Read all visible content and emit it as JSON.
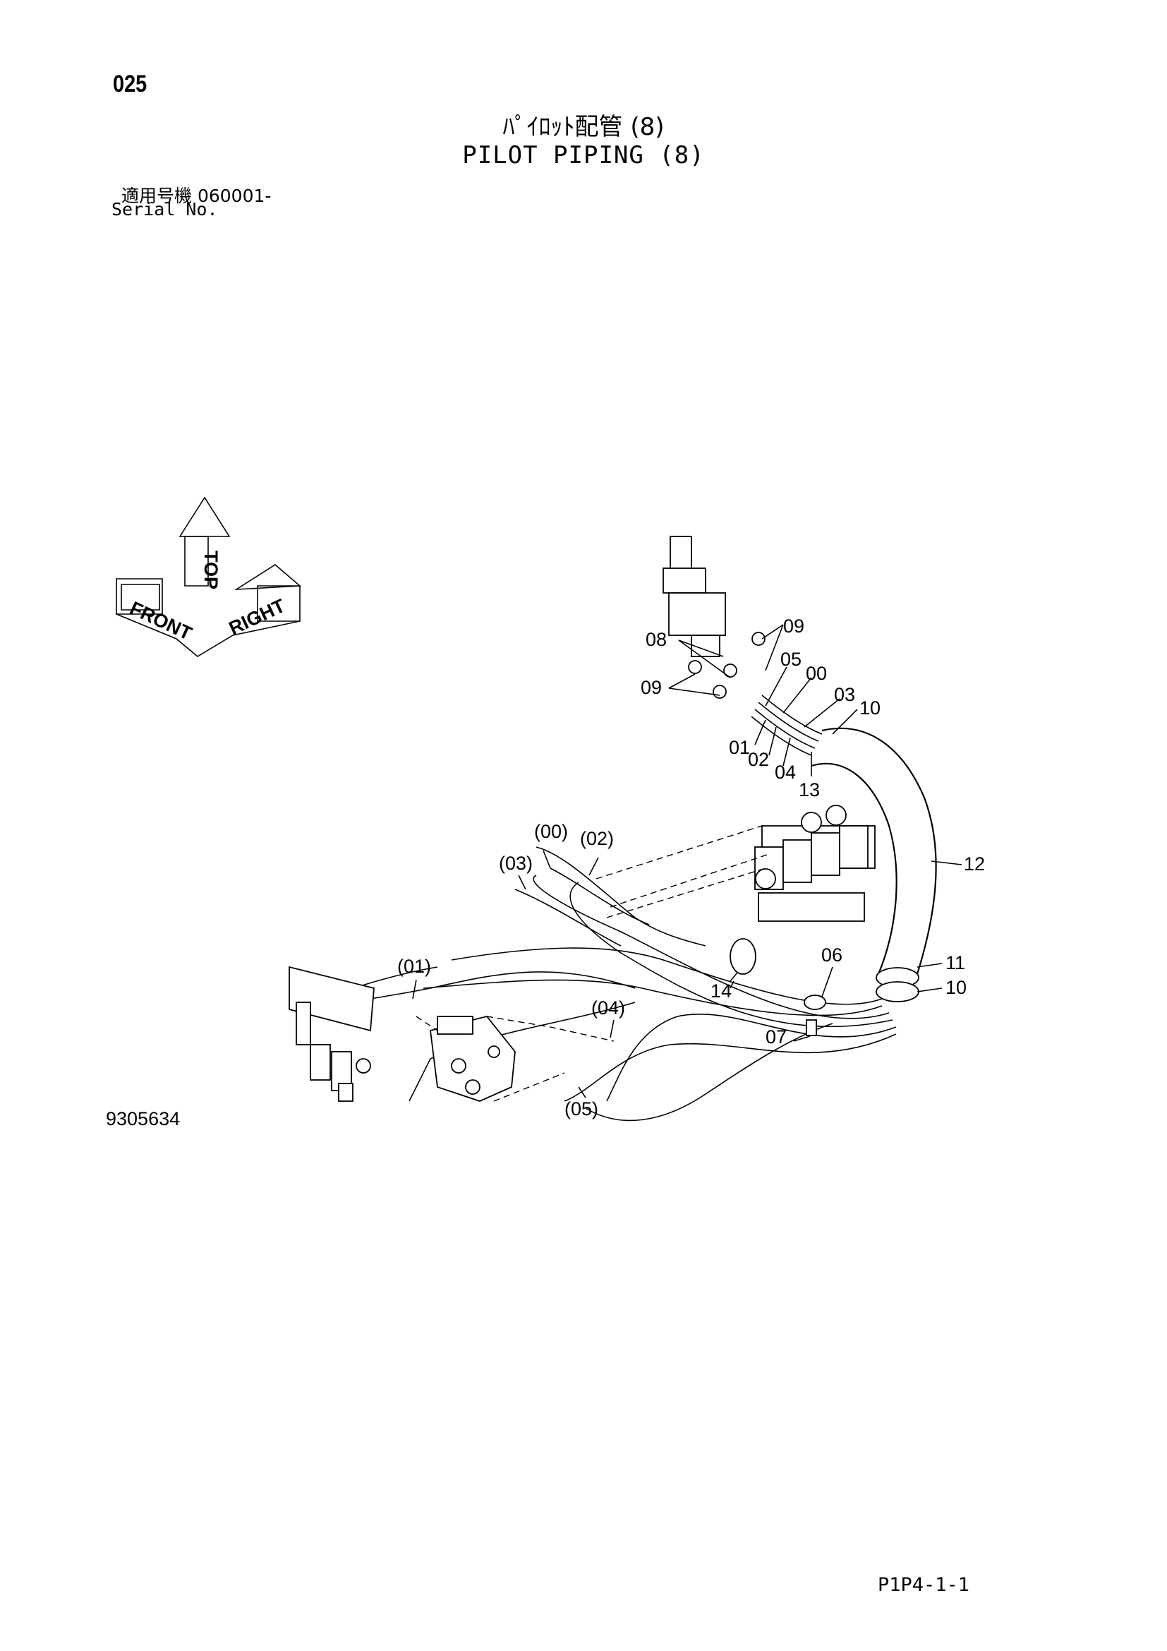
{
  "page_number": "025",
  "title_jp": "ﾊﾟｲﾛｯﾄ配管 (8)",
  "title_en": "PILOT PIPING (8)",
  "serial_jp": "適用号機  060001-",
  "serial_en": "Serial No.",
  "drawing_number": "9305634",
  "sheet_ref": "P1P4-1-1",
  "orientation": {
    "top": "TOP",
    "front": "FRONT",
    "right": "RIGHT"
  },
  "callouts": {
    "c08": "08",
    "c09a": "09",
    "c09b": "09",
    "c05": "05",
    "c00": "00",
    "c03": "03",
    "c10a": "10",
    "c01": "01",
    "c02": "02",
    "c04": "04",
    "c13": "13",
    "c12": "12",
    "p00": "(00)",
    "p02": "(02)",
    "p03": "(03)",
    "p01": "(01)",
    "c06": "06",
    "c11": "11",
    "c10b": "10",
    "c14": "14",
    "p04": "(04)",
    "c07": "07",
    "p05": "(05)"
  }
}
